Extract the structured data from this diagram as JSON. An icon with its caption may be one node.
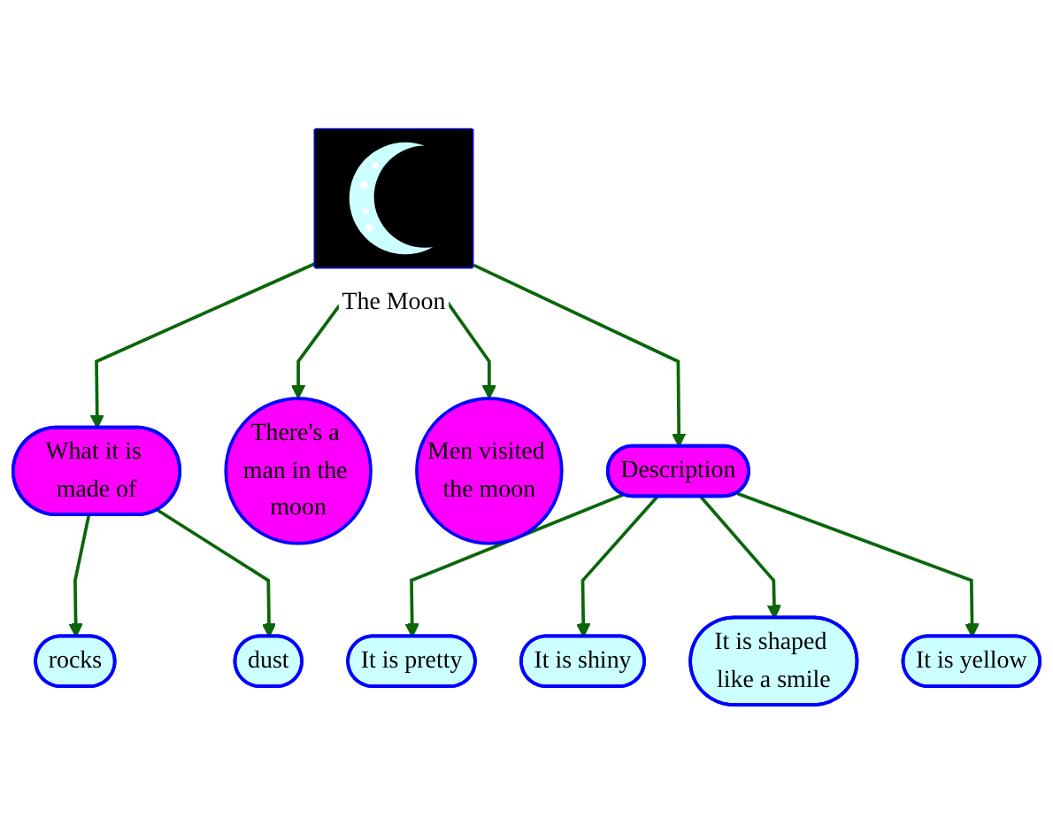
{
  "diagram": {
    "nodes": [
      {
        "text": [
          "What it is made of"
        ]
      },
      {
        "text": [
          "rocks"
        ]
      },
      {
        "text": [
          "dust"
        ]
      },
      {
        "text": [
          "There's a man in the moon"
        ]
      },
      {
        "text": [
          "The Moon"
        ]
      },
      {
        "text": [
          "It is pretty"
        ]
      },
      {
        "text": [
          "Men visited the moon"
        ]
      },
      {
        "text": [
          "Description"
        ]
      },
      {
        "text": [
          "It is shiny"
        ]
      },
      {
        "text": [
          "It is shaped like a smile"
        ]
      },
      {
        "text": [
          "It is yellow"
        ]
      }
    ],
    "edges": [
      {
        "from": 4,
        "to": 0,
        "arrow": "to"
      },
      {
        "from": 0,
        "to": 1,
        "arrow": "to"
      },
      {
        "from": 0,
        "to": 2,
        "arrow": "to"
      },
      {
        "from": 4,
        "to": 3,
        "arrow": "to"
      },
      {
        "from": 4,
        "to": 6,
        "arrow": "to"
      },
      {
        "from": 4,
        "to": 7,
        "arrow": "to"
      },
      {
        "from": 7,
        "to": 5,
        "arrow": "to"
      },
      {
        "from": 7,
        "to": 8,
        "arrow": "to"
      },
      {
        "from": 7,
        "to": 9,
        "arrow": "to"
      },
      {
        "from": 7,
        "to": 10,
        "arrow": "to"
      }
    ]
  }
}
